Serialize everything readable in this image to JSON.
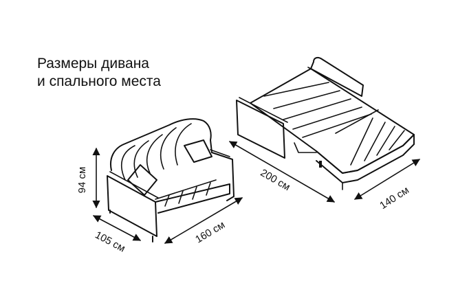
{
  "title": {
    "line1": "Размеры дивана",
    "line2": "и спального места"
  },
  "dimensions": {
    "sofa_height": "94 см",
    "sofa_depth": "105 см",
    "sofa_width": "160 см",
    "bed_length": "200 см",
    "bed_width": "140 см"
  },
  "colors": {
    "line": "#111111",
    "background": "#ffffff"
  }
}
